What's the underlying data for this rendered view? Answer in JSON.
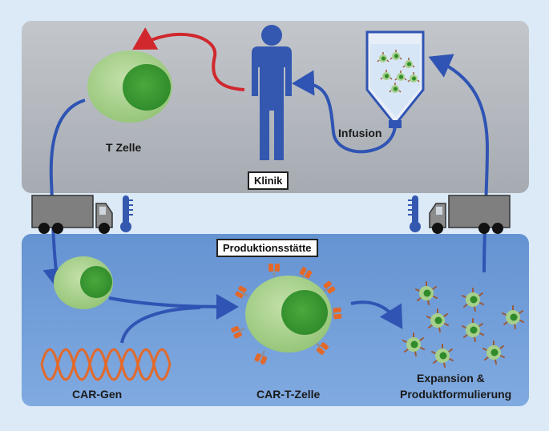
{
  "labels": {
    "t_cell": "T Zelle",
    "clinic": "Klinik",
    "infusion": "Infusion",
    "production_site": "Produktionsstätte",
    "car_gene": "CAR-Gen",
    "car_t_cell": "CAR-T-Zelle",
    "expansion_line1": "Expansion &",
    "expansion_line2": "Produktformulierung"
  },
  "colors": {
    "clinic_panel": "#b3b8be",
    "production_panel": "#6f9fd8",
    "page_background": "#dceaf7",
    "arrow_blue": "#2f54b3",
    "arrow_red": "#d0282d",
    "cell_body": "#a6d08b",
    "cell_nucleus": "#3f9a35",
    "person": "#3458b0",
    "receptor": "#e2692a",
    "dna": "#e2692a",
    "truck": "#7f7f7f"
  },
  "icons": [
    "t-cell-icon",
    "person-icon",
    "infusion-bag-icon",
    "truck-icon",
    "thermometer-icon",
    "dna-icon",
    "car-t-cell-icon",
    "expanded-cells-icon"
  ]
}
